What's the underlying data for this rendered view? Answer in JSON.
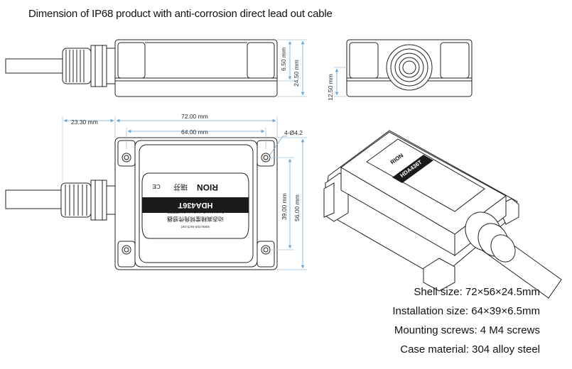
{
  "title": "Dimension of IP68 product with anti-corrosion direct lead out cable",
  "dimensions": {
    "side_small": "6.50 mm",
    "side_height": "24.50 mm",
    "end_height": "12.50 mm",
    "cable_offset": "23.30 mm",
    "overall_length": "72.00 mm",
    "hole_spacing_x": "64.00 mm",
    "holes": "4-Ø4.2",
    "hole_spacing_y": "39.00 mm",
    "overall_width": "56.00 mm"
  },
  "label": {
    "model": "HDA436T",
    "cn_name": "动态高精度倾角传感器",
    "en_name": "DYNAMIC INCLINOMETER",
    "website": "www.rion-tech.net",
    "brand": "RION",
    "brand_cn": "瑞芬",
    "ce": "CE"
  },
  "specs": [
    "Shell size: 72×56×24.5mm",
    "Installation size: 64×39×6.5mm",
    "Mounting screws: 4 M4 screws",
    "Case material: 304 alloy steel"
  ]
}
